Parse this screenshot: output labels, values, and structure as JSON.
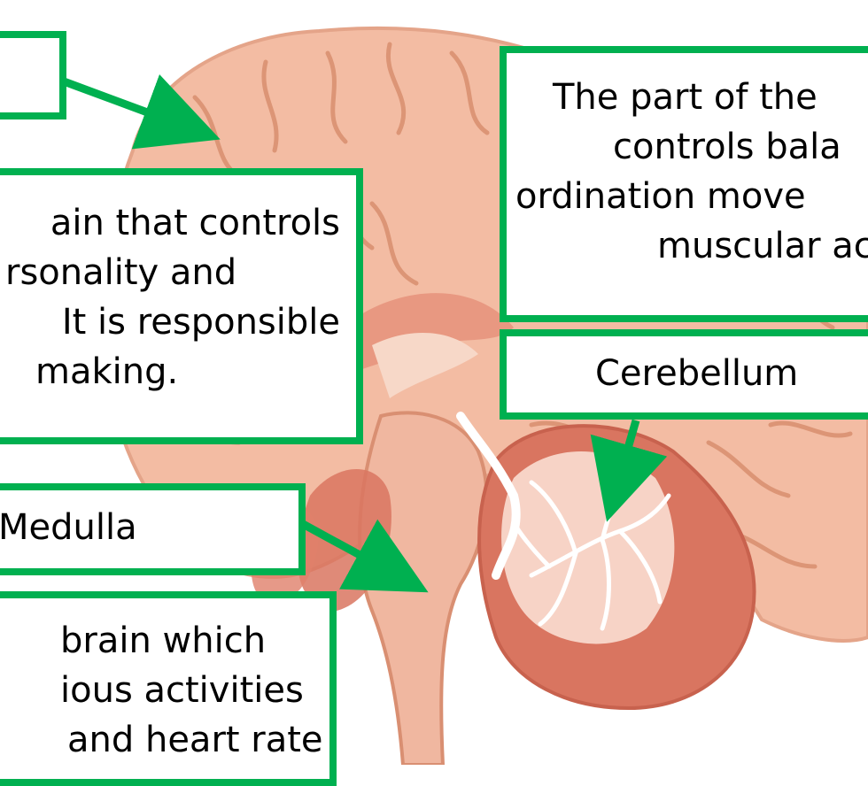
{
  "colors": {
    "label_border": "#00b050",
    "arrow": "#00b050",
    "brain_outer": "#f3bca3",
    "brain_fold": "#e39e82",
    "cerebellum": "#d97560",
    "brainstem": "#f0b7a0"
  },
  "labels": {
    "cerebrum_name": {
      "lines": [
        ""
      ]
    },
    "cerebrum_desc": {
      "lines": [
        "ain that controls",
        "rsonality and",
        "It is responsible",
        "making."
      ]
    },
    "cerebellum_desc": {
      "lines": [
        "The part of the",
        "controls bala",
        "ordination move",
        "muscular ac"
      ]
    },
    "cerebellum_name": {
      "lines": [
        "Cerebellum"
      ]
    },
    "medulla_name": {
      "lines": [
        "Medulla"
      ]
    },
    "medulla_desc": {
      "lines": [
        "brain which",
        "ious activities",
        "and heart rate"
      ]
    }
  },
  "icons": {
    "brain_illustration": "brain-cross-section-icon"
  }
}
